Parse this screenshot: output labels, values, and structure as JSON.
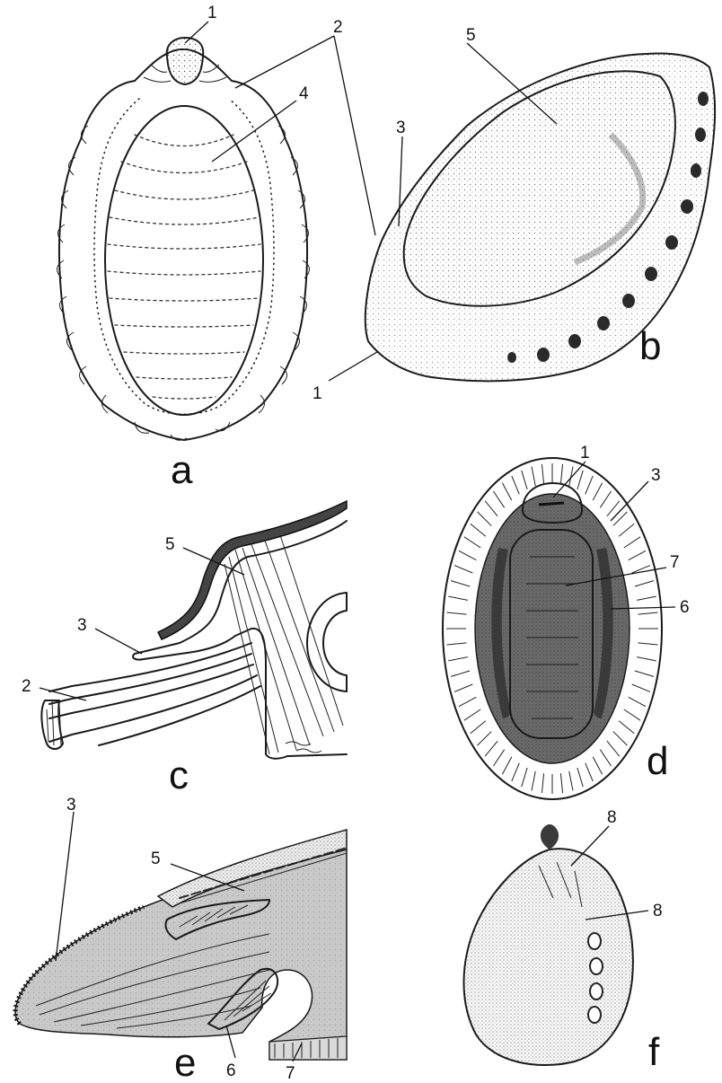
{
  "panels": {
    "a": {
      "letter": "a",
      "labels": [
        "1",
        "2",
        "4"
      ]
    },
    "b": {
      "letter": "b",
      "labels": [
        "5",
        "3",
        "1"
      ]
    },
    "c": {
      "letter": "c",
      "labels": [
        "5",
        "3",
        "2"
      ]
    },
    "d": {
      "letter": "d",
      "labels": [
        "1",
        "3",
        "7",
        "6"
      ]
    },
    "e": {
      "letter": "e",
      "labels": [
        "5",
        "3",
        "6",
        "7"
      ]
    },
    "f": {
      "letter": "f",
      "labels": [
        "8",
        "8"
      ]
    }
  },
  "colors": {
    "ink": "#1a1a1a",
    "tissue_gray": "#c9c9c9",
    "dark_tissue": "#6b6b6b",
    "background": "#ffffff"
  }
}
